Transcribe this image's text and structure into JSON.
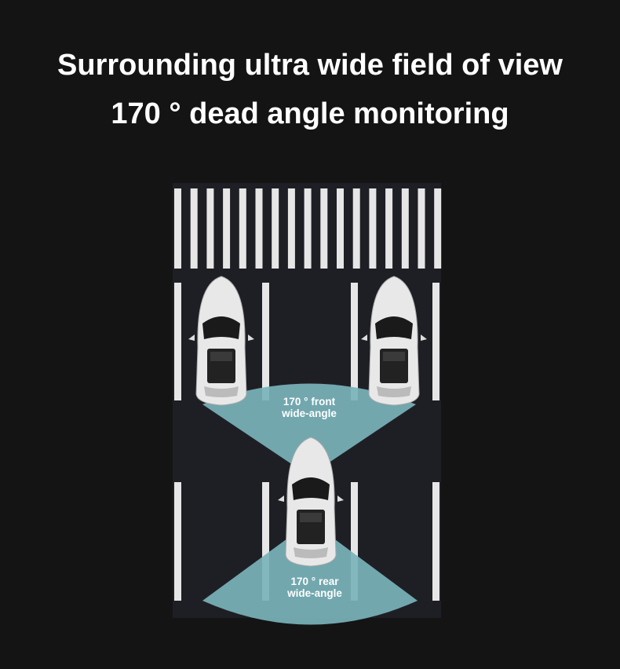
{
  "headline": {
    "line1": "Surrounding ultra wide field of view",
    "line2": "170 ° dead angle monitoring"
  },
  "diagram": {
    "front_label": [
      "170 ° front",
      "wide-angle"
    ],
    "rear_label": [
      "170 ° rear",
      "wide-angle"
    ],
    "colors": {
      "background": "#141414",
      "road": "#1e1f24",
      "cone": "#7ab3bb",
      "stripe": "#e6e6e6"
    }
  }
}
